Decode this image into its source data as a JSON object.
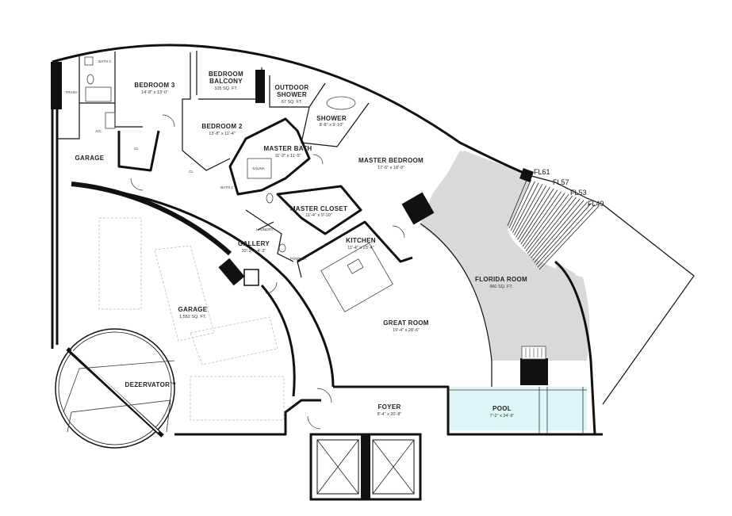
{
  "rooms": {
    "bedroom3": {
      "name": "BEDROOM 3",
      "dim": "14'-8\" x 13'-0\""
    },
    "bath3": {
      "name": "BATH 3"
    },
    "trash": {
      "name": "TRASH"
    },
    "ac": {
      "name": "A/C"
    },
    "closet_b3": {
      "name": "CL"
    },
    "bedroom_balcony": {
      "name1": "BEDROOM",
      "name2": "BALCONY",
      "dim": "105 SQ. FT."
    },
    "outdoor_shower": {
      "name1": "OUTDOOR",
      "name2": "SHOWER",
      "dim": "67 SQ. FT."
    },
    "shower": {
      "name": "SHOWER",
      "dim": "8'-8\" x 9'-10\""
    },
    "bedroom2": {
      "name": "BEDROOM 2",
      "dim": "13'-8\" x 11'-4\""
    },
    "closet_b2": {
      "name": "CL"
    },
    "bath2": {
      "name": "BATH 2"
    },
    "master_bath": {
      "name": "MASTER BATH",
      "dim": "11'-2\" x 11'-5\""
    },
    "sauna": {
      "name": "SAUNA"
    },
    "master_bedroom": {
      "name": "MASTER BEDROOM",
      "dim": "17'-6\" x 18'-9\""
    },
    "master_closet": {
      "name": "MASTER CLOSET",
      "dim": "11'-4\" x 9'-10\""
    },
    "laundry": {
      "name": "LAUNDRY"
    },
    "powder": {
      "name": "POWDER"
    },
    "kitchen": {
      "name": "KITCHEN",
      "dim": "11'-4\" x 23'-4\""
    },
    "gallery": {
      "name": "GALLERY",
      "dim": "32'-2\" x 4'-3\""
    },
    "garage_small": {
      "name": "GARAGE"
    },
    "garage": {
      "name": "GARAGE",
      "dim": "1,552 SQ. FT."
    },
    "dezervator": {
      "name": "DEZERVATOR™"
    },
    "great_room": {
      "name": "GREAT ROOM",
      "dim": "19'-4\" x 28'-6\""
    },
    "florida_room": {
      "name": "FLORIDA ROOM",
      "dim": "960 SQ. FT."
    },
    "foyer": {
      "name": "FOYER",
      "dim": "8'-4\" x 20'-8\""
    },
    "pool": {
      "name": "POOL",
      "dim": "7'-2\" x 24'-9\""
    }
  },
  "floor_labels": [
    "FL61",
    "FL57",
    "FL53",
    "FL49"
  ],
  "colors": {
    "wall": "#111111",
    "florida_room": "#d9d9d9",
    "pool": "#dff6f6",
    "dashed_parking": "#bbbbbb"
  }
}
